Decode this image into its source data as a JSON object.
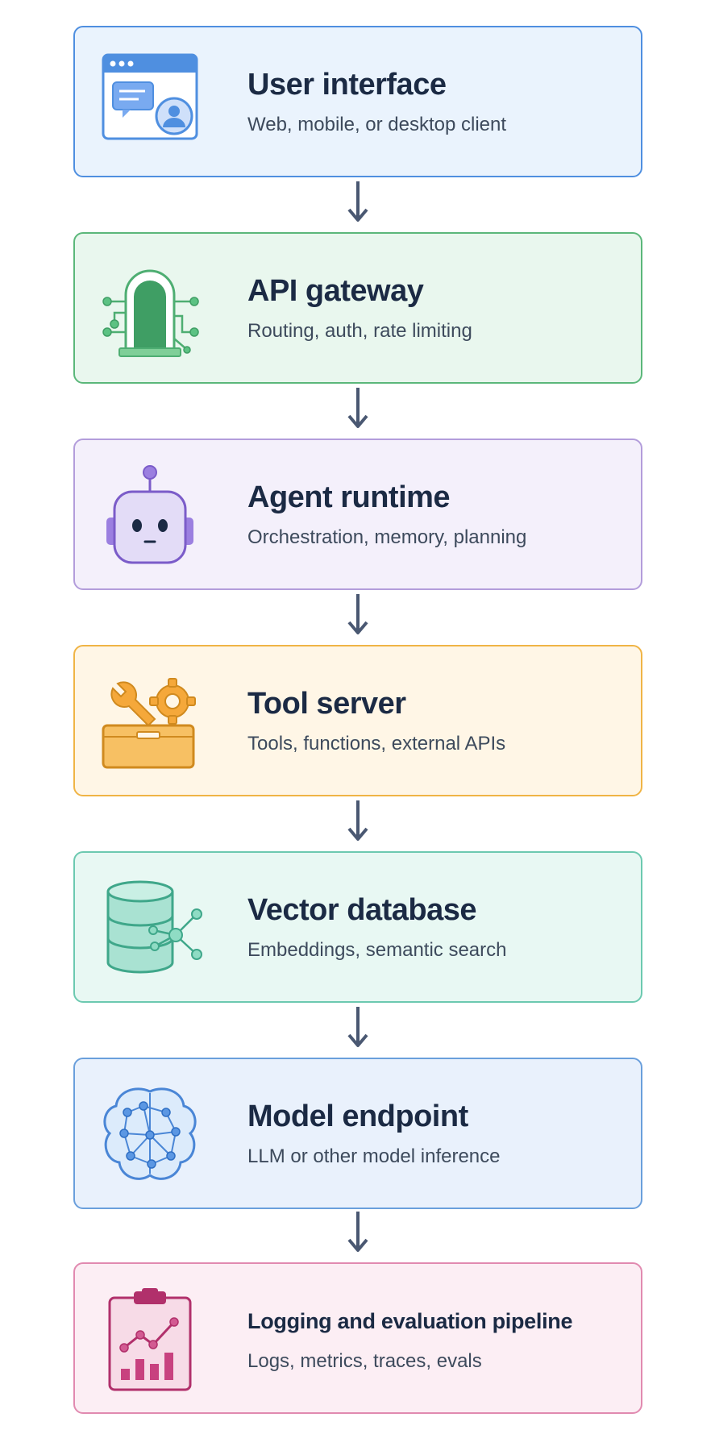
{
  "steps": [
    {
      "title": "User interface",
      "subtitle": "Web, mobile, or desktop client",
      "icon": "user-interface-icon"
    },
    {
      "title": "API gateway",
      "subtitle": "Routing, auth, rate limiting",
      "icon": "gateway-icon"
    },
    {
      "title": "Agent runtime",
      "subtitle": "Orchestration, memory, planning",
      "icon": "robot-icon"
    },
    {
      "title": "Tool server",
      "subtitle": "Tools, functions, external APIs",
      "icon": "toolbox-icon"
    },
    {
      "title": "Vector database",
      "subtitle": "Embeddings, semantic search",
      "icon": "database-icon"
    },
    {
      "title": "Model endpoint",
      "subtitle": "LLM or other model inference",
      "icon": "brain-icon"
    },
    {
      "title": "Logging and evaluation pipeline",
      "subtitle": "Logs, metrics, traces, evals",
      "icon": "clipboard-chart-icon"
    }
  ],
  "colors": {
    "user": "#4f8fe0",
    "api": "#5bb77a",
    "agent": "#b39ddb",
    "tool": "#f0b445",
    "vector": "#6cc9b0",
    "model": "#6a9fdc",
    "log": "#e18ab0",
    "arrow": "#4a5872"
  }
}
